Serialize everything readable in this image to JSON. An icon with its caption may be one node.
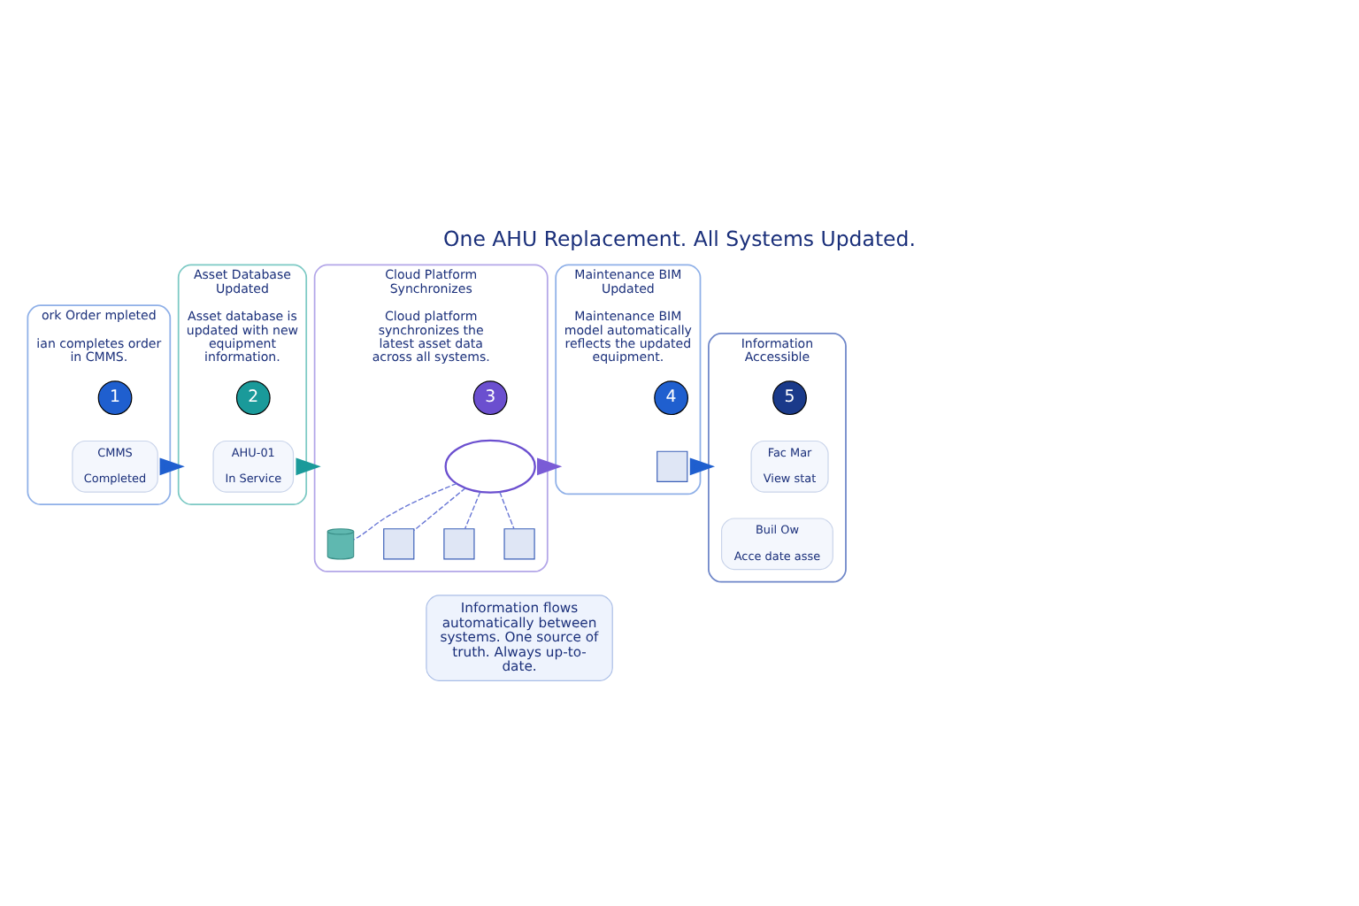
{
  "diagram": {
    "title": "One AHU Replacement. All Systems Updated.",
    "nodes": [
      {
        "text": [
          "ork Order mpleted",
          "ian completes order in CMMS."
        ]
      },
      {
        "text": [
          "1"
        ],
        "in": 0
      },
      {
        "text": [
          "CMMS",
          "Completed"
        ],
        "in": 0
      },
      {
        "text": [
          "Asset Database Updated",
          "Asset database is updated with new equipment information."
        ]
      },
      {
        "text": [
          "2"
        ],
        "in": 3
      },
      {
        "text": [
          "AHU-01",
          "In Service"
        ],
        "in": 3
      },
      {
        "text": [
          "Cloud Platform Synchronizes",
          "Cloud platform synchronizes the latest asset data across all systems."
        ]
      },
      {
        "text": [
          "3"
        ],
        "in": 6
      },
      {
        "text": [],
        "shape": "cloud",
        "in": 6
      },
      {
        "text": [],
        "shape": "cylinder",
        "in": 6
      },
      {
        "text": [],
        "shape": "box",
        "in": 6
      },
      {
        "text": [],
        "shape": "box",
        "in": 6
      },
      {
        "text": [],
        "shape": "box",
        "in": 6
      },
      {
        "text": [
          "Maintenance BIM Updated",
          "Maintenance BIM model automatically reflects the updated equipment."
        ]
      },
      {
        "text": [
          "4"
        ],
        "in": 13
      },
      {
        "text": [],
        "shape": "box",
        "in": 13
      },
      {
        "text": [
          "Information Accessible"
        ]
      },
      {
        "text": [
          "5"
        ],
        "in": 16
      },
      {
        "text": [
          "Fac Mar",
          "View stat"
        ],
        "in": 16
      },
      {
        "text": [
          "Buil Ow",
          "Acce date asse"
        ],
        "in": 16
      },
      {
        "text": [
          "Information flows automatically between systems. One source of truth. Always up-to-date."
        ]
      }
    ],
    "edges": [
      {
        "from": 0,
        "to": 3,
        "arrow": "to",
        "style": "thick"
      },
      {
        "from": 3,
        "to": 6,
        "arrow": "to",
        "style": "thick",
        "color": "#1a9a9a"
      },
      {
        "from": 6,
        "to": 13,
        "arrow": "to",
        "style": "thick",
        "color": "#7a5cd6"
      },
      {
        "from": 13,
        "to": 16,
        "arrow": "to",
        "style": "thick"
      },
      {
        "from": 8,
        "to": 9,
        "arrow": "none",
        "style": "dashed",
        "color": "#6a78d6"
      },
      {
        "from": 8,
        "to": 10,
        "arrow": "none",
        "style": "dashed",
        "color": "#6a78d6"
      },
      {
        "from": 8,
        "to": 11,
        "arrow": "none",
        "style": "dashed",
        "color": "#6a78d6"
      },
      {
        "from": 8,
        "to": 12,
        "arrow": "none",
        "style": "dashed",
        "color": "#6a78d6"
      }
    ]
  }
}
